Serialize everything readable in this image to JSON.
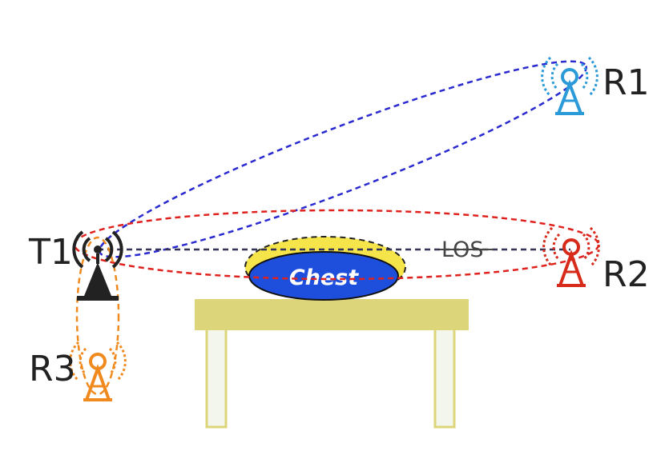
{
  "diagram": {
    "nodes": {
      "t1": {
        "label": "T1",
        "color": "#222222",
        "icon": "antenna-tower-icon"
      },
      "r1": {
        "label": "R1",
        "color": "#2a9ad8",
        "icon": "antenna-tower-icon"
      },
      "r2": {
        "label": "R2",
        "color": "#d62a1a",
        "icon": "antenna-tower-icon"
      },
      "r3": {
        "label": "R3",
        "color": "#f08a1e",
        "icon": "antenna-tower-icon"
      }
    },
    "chest": {
      "label": "Chest",
      "fill": "#1e4fdc",
      "halo": "#f5e54a"
    },
    "table": {
      "top_color": "#ddd57a",
      "leg_color": "#f3f6ec"
    },
    "links": {
      "los": {
        "label": "LOS",
        "color": "#333355"
      },
      "t1_r1": {
        "color": "#2a2ad0"
      },
      "t1_r2": {
        "color": "#e0221e"
      },
      "t1_r3": {
        "color": "#f08a1e"
      }
    }
  }
}
